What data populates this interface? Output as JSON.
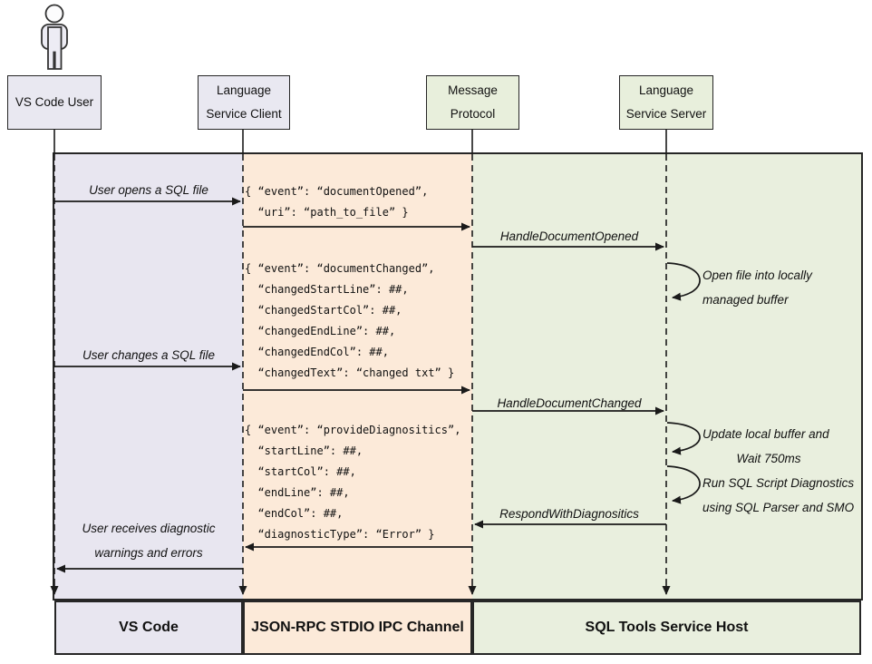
{
  "actors": {
    "user": {
      "line1": "VS Code User"
    },
    "client": {
      "line1": "Language",
      "line2": "Service Client"
    },
    "protocol": {
      "line1": "Message",
      "line2": "Protocol"
    },
    "server": {
      "line1": "Language",
      "line2": "Service Server"
    }
  },
  "labels": {
    "user_opens": "User opens a SQL file",
    "user_changes": "User changes a SQL file",
    "user_receives_1": "User receives diagnostic",
    "user_receives_2": "warnings and errors",
    "handle_document_opened": "HandleDocumentOpened",
    "handle_document_changed": "HandleDocumentChanged",
    "respond_with_diagnostics": "RespondWithDiagnositics",
    "open_file_1": "Open file into locally",
    "open_file_2": "managed buffer",
    "update_buffer_1": "Update local buffer and",
    "update_buffer_2": "Wait 750ms",
    "run_diagnostics_1": "Run SQL Script Diagnostics",
    "run_diagnostics_2": "using SQL Parser and SMO"
  },
  "payloads": {
    "document_opened": "{ “event”: “documentOpened”,\n  “uri”: “path_to_file” }",
    "document_changed": "{ “event”: “documentChanged”,\n  “changedStartLine”: ##,\n  “changedStartCol”: ##,\n  “changedEndLine”: ##,\n  “changedEndCol”: ##,\n  “changedText”: “changed txt” }",
    "provide_diagnostics": "{ “event”: “provideDiagnositics”,\n  “startLine”: ##,\n  “startCol”: ##,\n  “endLine”: ##,\n  “endCol”: ##,\n  “diagnosticType”: “Error” }"
  },
  "footers": {
    "vscode": "VS Code",
    "ipc": "JSON-RPC STDIO IPC Channel",
    "host": "SQL Tools Service Host"
  },
  "colors": {
    "lane_user": "#e8e6f0",
    "lane_ipc": "#fcead9",
    "lane_host": "#e9efde",
    "actor_user_client": "#e9e8f1",
    "actor_protocol_server": "#e8efdc",
    "stroke": "#262626"
  }
}
